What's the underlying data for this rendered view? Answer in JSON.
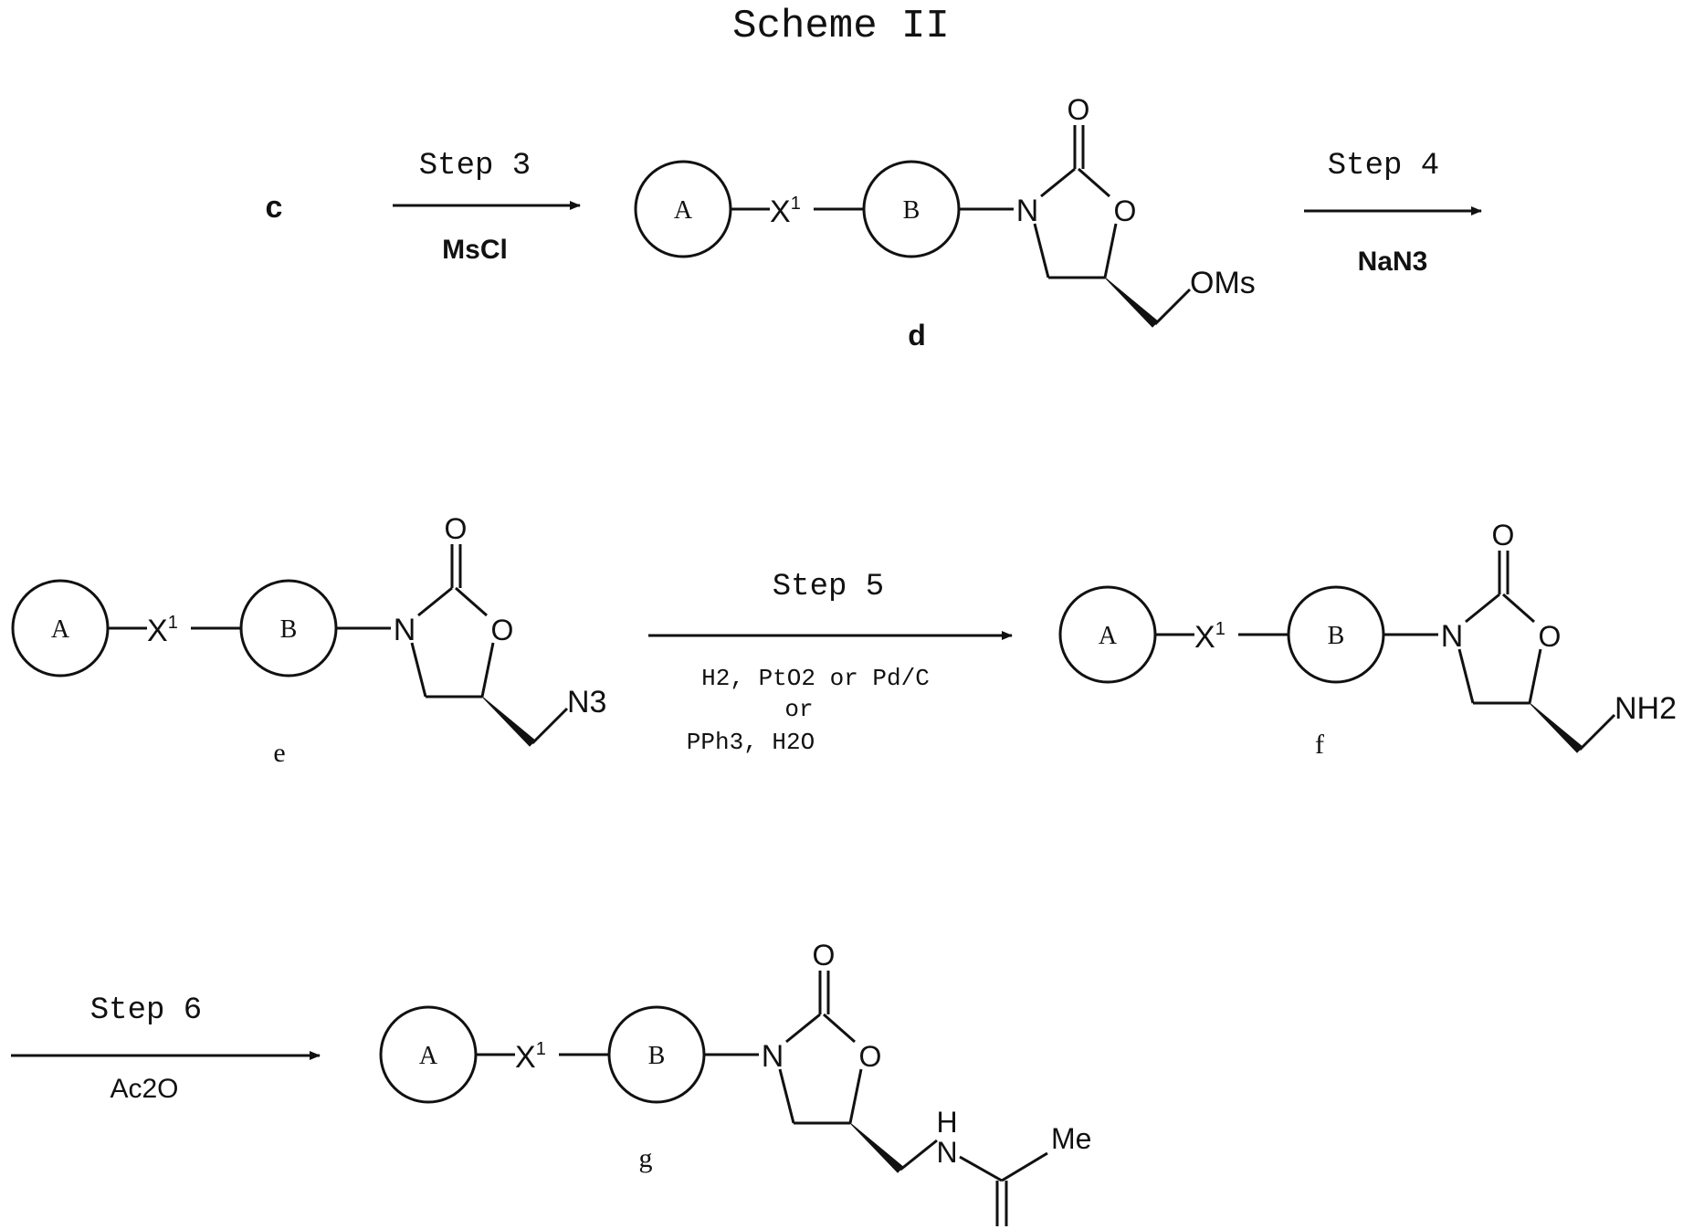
{
  "title": "Scheme II",
  "start_material": "c",
  "steps": [
    {
      "label": "Step 3",
      "reagents": [
        "MsCl"
      ]
    },
    {
      "label": "Step 4",
      "reagents": [
        "NaN3"
      ]
    },
    {
      "label": "Step 5",
      "reagents": [
        "H2, PtO2 or Pd/C",
        "or",
        "PPh3, H2O"
      ]
    },
    {
      "label": "Step 6",
      "reagents": [
        "Ac2O"
      ]
    }
  ],
  "compounds": [
    {
      "id": "d",
      "substituent": "OMs"
    },
    {
      "id": "e",
      "substituent": "N3"
    },
    {
      "id": "f",
      "substituent": "NH2"
    },
    {
      "id": "g",
      "substituent": "NHC(O)Me",
      "acyl": "Me"
    }
  ],
  "ring_labels": {
    "ring_a": "A",
    "ring_b": "B",
    "linker": "X",
    "linker_sup": "1"
  },
  "atom_labels": {
    "nitrogen": "N",
    "oxygen": "O",
    "carbonyl_oxygen": "O",
    "amide_nh": "H"
  }
}
